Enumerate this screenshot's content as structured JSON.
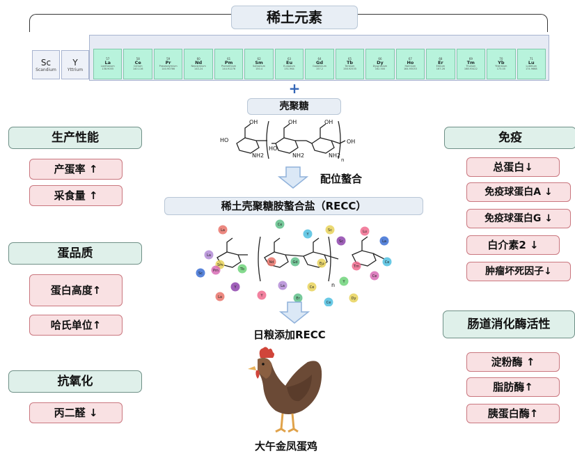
{
  "title": "稀土元素",
  "scandium": {
    "symbol": "Sc",
    "name": "Scandium"
  },
  "yttrium": {
    "symbol": "Y",
    "name": "Yttrium"
  },
  "lanthanides": [
    {
      "num": "57",
      "sym": "La",
      "name": "Lanthanum",
      "wt": "138.9055"
    },
    {
      "num": "58",
      "sym": "Ce",
      "name": "Cerium",
      "wt": "140.116"
    },
    {
      "num": "59",
      "sym": "Pr",
      "name": "Praseodymium",
      "wt": "140.90766"
    },
    {
      "num": "60",
      "sym": "Nd",
      "name": "Neodymium",
      "wt": "144.24"
    },
    {
      "num": "61",
      "sym": "Pm",
      "name": "Promethium",
      "wt": "144.91276"
    },
    {
      "num": "62",
      "sym": "Sm",
      "name": "Samarium",
      "wt": "150.4"
    },
    {
      "num": "63",
      "sym": "Eu",
      "name": "Europium",
      "wt": "151.964"
    },
    {
      "num": "64",
      "sym": "Gd",
      "name": "Gadolinium",
      "wt": "157.2"
    },
    {
      "num": "65",
      "sym": "Tb",
      "name": "Terbium",
      "wt": "158.92535"
    },
    {
      "num": "66",
      "sym": "Dy",
      "name": "Dysprosium",
      "wt": "162.500"
    },
    {
      "num": "67",
      "sym": "Ho",
      "name": "Holmium",
      "wt": "164.93033"
    },
    {
      "num": "68",
      "sym": "Er",
      "name": "Erbium",
      "wt": "167.26"
    },
    {
      "num": "69",
      "sym": "Tm",
      "name": "Thulium",
      "wt": "168.93422"
    },
    {
      "num": "70",
      "sym": "Yb",
      "name": "Ytterbium",
      "wt": "173.05"
    },
    {
      "num": "71",
      "sym": "Lu",
      "name": "Lutetium",
      "wt": "174.9668"
    }
  ],
  "plus": "+",
  "chitosan": "壳聚糖",
  "chitosan_atoms": [
    "HO",
    "OH",
    "NH2",
    "HO",
    "OH",
    "NH2",
    "OH",
    "NH2",
    "OH",
    "n"
  ],
  "chelation_label": "配位螯合",
  "recc_label": "稀土壳聚糖胺螯合盐（RECC）",
  "ions": [
    "La",
    "Ce",
    "Sc",
    "Lu",
    "Y",
    "Sc",
    "La",
    "La",
    "Sm",
    "Tb",
    "Pm",
    "Nd",
    "Gd",
    "Eu",
    "Tm",
    "Ce",
    "Y",
    "Sc",
    "La",
    "Ce",
    "Y",
    "Ce",
    "La",
    "Er",
    "Dy",
    "Y",
    "Ce"
  ],
  "ion_colors": [
    "#e9736a",
    "#5fc08a",
    "#e8d25a",
    "#f06b8e",
    "#4fbfe0",
    "#8e44ad",
    "#3b6fd3",
    "#b38bd6",
    "#e8d25a",
    "#6fd37a",
    "#d86bb5"
  ],
  "feed_label": "日粮添加RECC",
  "hen_label": "大午金凤蛋鸡",
  "left": [
    {
      "category": "生产性能",
      "items": [
        "产蛋率 ↑",
        "采食量 ↑"
      ]
    },
    {
      "category": "蛋品质",
      "items": [
        "蛋白高度↑",
        "哈氏单位↑"
      ]
    },
    {
      "category": "抗氧化",
      "items": [
        "丙二醛 ↓"
      ]
    }
  ],
  "right": [
    {
      "category": "免疫",
      "items": [
        "总蛋白↓",
        "免疫球蛋白A ↓",
        "免疫球蛋白G ↓",
        "白介素2 ↓",
        "肿瘤坏死因子↓"
      ]
    },
    {
      "category": "肠道消化酶活性",
      "items": [
        "淀粉酶 ↑",
        "脂肪酶↑",
        "胰蛋白酶↑"
      ]
    }
  ]
}
